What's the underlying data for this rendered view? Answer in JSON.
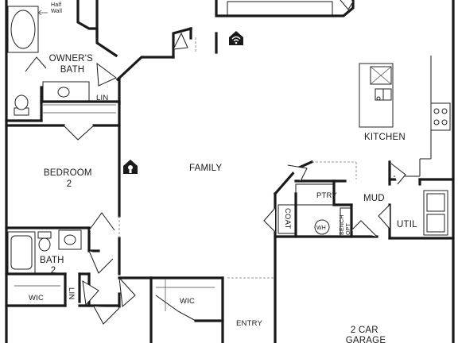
{
  "rooms": {
    "owners_bath": [
      "OWNER'S",
      "BATH"
    ],
    "half_wall": [
      "Half",
      "Wall"
    ],
    "lin_upper": "LIN",
    "bedroom2": [
      "BEDROOM",
      "2"
    ],
    "bath2": [
      "BATH",
      "2"
    ],
    "wic_left": "WIC",
    "lin_lower": "LIN",
    "family": "FAMILY",
    "kitchen": "KITCHEN",
    "ptry": "PTRY",
    "mud": "MUD",
    "coat": "COAT",
    "wh": "WH",
    "opt_bench": [
      "OPT",
      "BENCH"
    ],
    "util": "UTIL",
    "wic_center": "WIC",
    "entry": "ENTRY",
    "garage": [
      "2 CAR",
      "GARAGE"
    ]
  },
  "icons": [
    "wifi-home-icon",
    "smart-home-icon"
  ],
  "colors": {
    "wall": "#1a1a1a",
    "background": "#ffffff"
  }
}
